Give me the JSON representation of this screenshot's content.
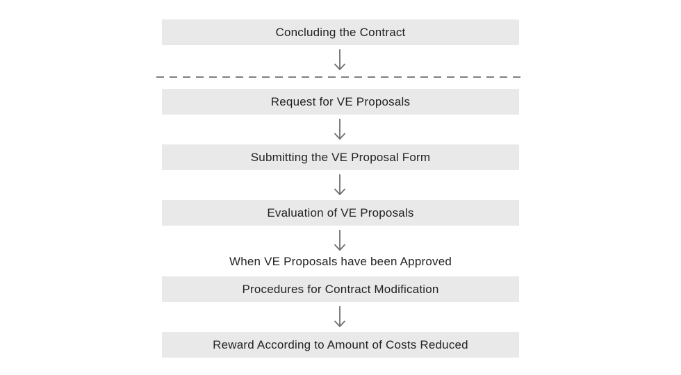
{
  "flowchart": {
    "pre_contract_step": "Concluding the Contract",
    "steps": [
      "Request for VE Proposals",
      "Submitting the VE Proposal Form",
      "Evaluation of VE Proposals"
    ],
    "condition": "When VE Proposals have been Approved",
    "post_approval_steps": [
      "Procedures for Contract Modification",
      "Reward According to Amount of Costs Reduced"
    ]
  },
  "colors": {
    "box_fill": "#e9e9ea",
    "arrow": "#6e6e6e",
    "divider": "#555555",
    "text": "#222222"
  }
}
